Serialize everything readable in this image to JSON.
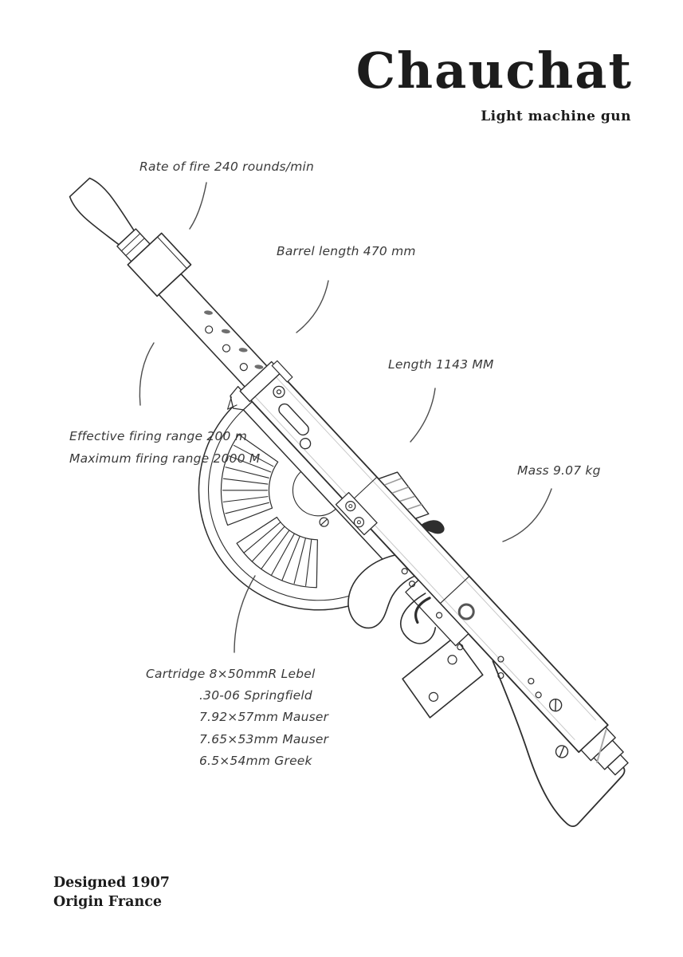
{
  "header": {
    "title": "Chauchat",
    "subtitle": "Light machine gun"
  },
  "annotations": {
    "rate_of_fire": "Rate of fire 240 rounds/min",
    "barrel_length": "Barrel length 470 mm",
    "length": "Length 1143 MM",
    "effective_range": "Effective firing range 200 m",
    "maximum_range": "Maximum firing range 2000 M",
    "mass": "Mass 9.07 kg",
    "cartridge_lines": [
      "Cartridge 8×50mmR Lebel",
      ".30-06 Springfield",
      "7.92×57mm Mauser",
      "7.65×53mm Mauser",
      "6.5×54mm Greek"
    ]
  },
  "footer": {
    "designed": "Designed 1907",
    "origin": "Origin France"
  },
  "drawing": {
    "subject": "Chauchat light machine gun technical line drawing",
    "orientation": "muzzle upper-left, stock lower-right"
  },
  "colors": {
    "background": "#ffffff",
    "ink": "#2e2e2e",
    "label_text": "#3a3a3a",
    "title_text": "#1c1c1c",
    "connector": "#4d4d4d",
    "shading": "#9a9a9a"
  }
}
